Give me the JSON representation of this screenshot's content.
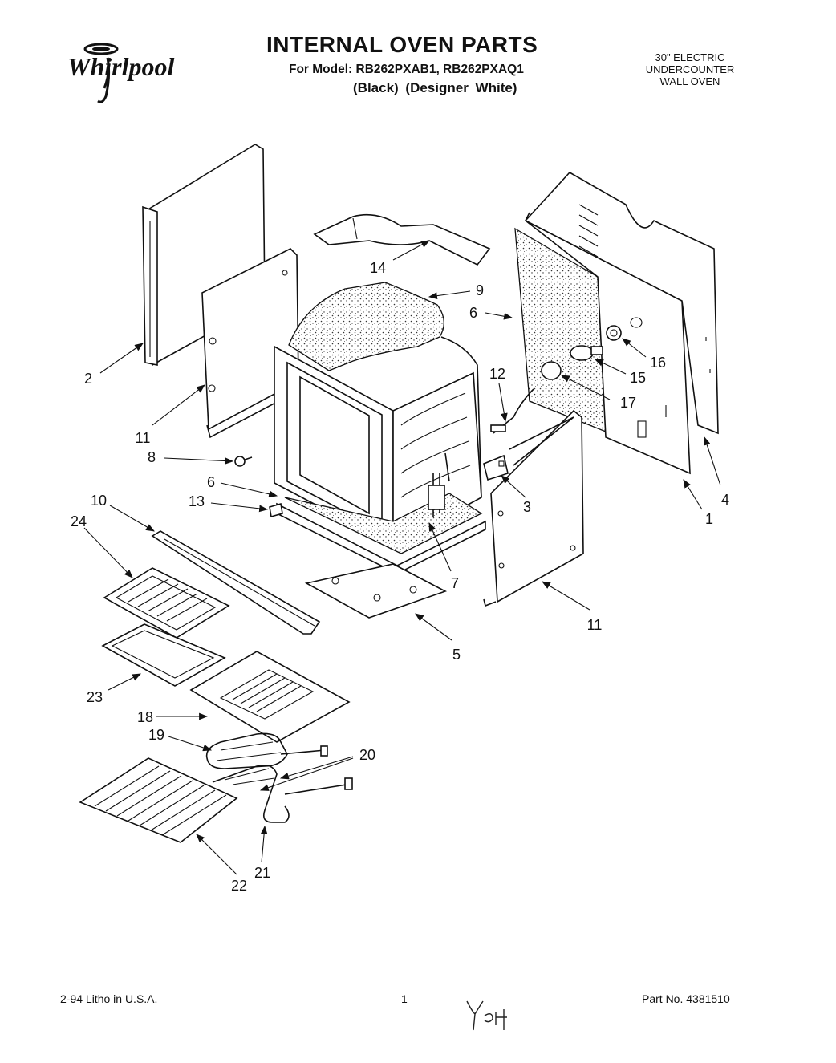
{
  "header": {
    "brand": "Whirlpool",
    "title": "INTERNAL OVEN PARTS",
    "model_line": "For Model: RB262PXAB1, RB262PXAQ1",
    "variants": "(Black)   (Designer White)",
    "product_type": [
      "30\" ELECTRIC",
      "UNDERCOUNTER",
      "WALL OVEN"
    ]
  },
  "callouts": [
    {
      "id": "c2",
      "label": "2"
    },
    {
      "id": "c11a",
      "label": "11"
    },
    {
      "id": "c8",
      "label": "8"
    },
    {
      "id": "c6a",
      "label": "6"
    },
    {
      "id": "c13",
      "label": "13"
    },
    {
      "id": "c10",
      "label": "10"
    },
    {
      "id": "c24",
      "label": "24"
    },
    {
      "id": "c14",
      "label": "14"
    },
    {
      "id": "c9",
      "label": "9"
    },
    {
      "id": "c6b",
      "label": "6"
    },
    {
      "id": "c16",
      "label": "16"
    },
    {
      "id": "c15",
      "label": "15"
    },
    {
      "id": "c17",
      "label": "17"
    },
    {
      "id": "c12",
      "label": "12"
    },
    {
      "id": "c3",
      "label": "3"
    },
    {
      "id": "c4",
      "label": "4"
    },
    {
      "id": "c1",
      "label": "1"
    },
    {
      "id": "c7",
      "label": "7"
    },
    {
      "id": "c11b",
      "label": "11"
    },
    {
      "id": "c5",
      "label": "5"
    },
    {
      "id": "c23",
      "label": "23"
    },
    {
      "id": "c18",
      "label": "18"
    },
    {
      "id": "c19",
      "label": "19"
    },
    {
      "id": "c20",
      "label": "20"
    },
    {
      "id": "c22",
      "label": "22"
    },
    {
      "id": "c21",
      "label": "21"
    }
  ],
  "footer": {
    "date_litho": "2-94   Litho in U.S.A.",
    "page": "1",
    "part_no": "Part No. 4381510",
    "handwritten": "Y94"
  }
}
